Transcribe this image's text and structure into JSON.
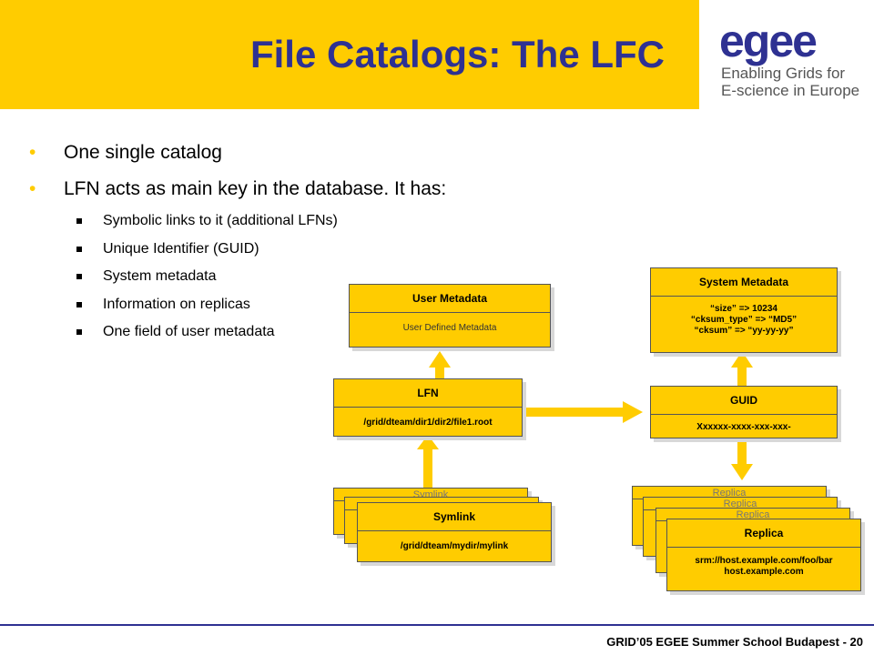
{
  "slide": {
    "title": "File Catalogs: The LFC",
    "logo": {
      "word": "egee",
      "line1": "Enabling Grids for",
      "line2": "E-science in Europe"
    },
    "bullets": [
      {
        "text": "One single catalog",
        "sub": []
      },
      {
        "text": "LFN acts as main key in the database. It has:",
        "sub": [
          "Symbolic links to it (additional LFNs)",
          "Unique Identifier (GUID)",
          "System metadata",
          "Information on replicas",
          "One field of user metadata"
        ]
      }
    ],
    "footer": "GRID’05 EGEE Summer School Budapest - 20"
  },
  "diagram": {
    "user_metadata": {
      "title": "User Metadata",
      "body": "User Defined Metadata"
    },
    "lfn": {
      "title": "LFN",
      "body": "/grid/dteam/dir1/dir2/file1.root"
    },
    "symlink_ghost": "Symlink",
    "symlink": {
      "title": "Symlink",
      "body": "/grid/dteam/mydir/mylink"
    },
    "system_metadata": {
      "title": "System Metadata",
      "lines": [
        "“size” => 10234",
        "“cksum_type” => “MD5”",
        "“cksum” => “yy-yy-yy”"
      ]
    },
    "guid": {
      "title": "GUID",
      "body": "Xxxxxx-xxxx-xxx-xxx-"
    },
    "replica_ghost": "Replica",
    "replica": {
      "title": "Replica",
      "lines": [
        "srm://host.example.com/foo/bar",
        "host.example.com"
      ]
    }
  },
  "colors": {
    "accent": "#FFCC00",
    "title": "#2E3192"
  }
}
